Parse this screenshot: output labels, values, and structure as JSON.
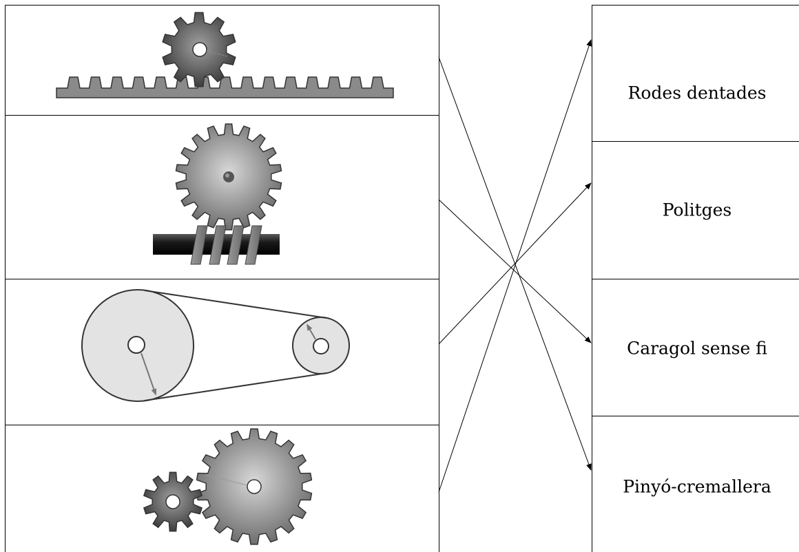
{
  "left_images": [
    {
      "id": "rack-and-pinion",
      "icon": "rack-and-pinion-icon"
    },
    {
      "id": "worm-gear",
      "icon": "worm-gear-icon"
    },
    {
      "id": "pulleys",
      "icon": "pulley-belt-icon"
    },
    {
      "id": "gear-wheels",
      "icon": "gear-pair-icon"
    }
  ],
  "right_labels": [
    "Rodes dentades",
    "Politges",
    "Caragol sense fi",
    "Pinyó-cremallera"
  ],
  "connections": [
    {
      "from": "rack-and-pinion",
      "to": "Pinyó-cremallera"
    },
    {
      "from": "worm-gear",
      "to": "Caragol sense fi"
    },
    {
      "from": "pulleys",
      "to": "Politges"
    },
    {
      "from": "gear-wheels",
      "to": "Rodes dentades"
    }
  ]
}
